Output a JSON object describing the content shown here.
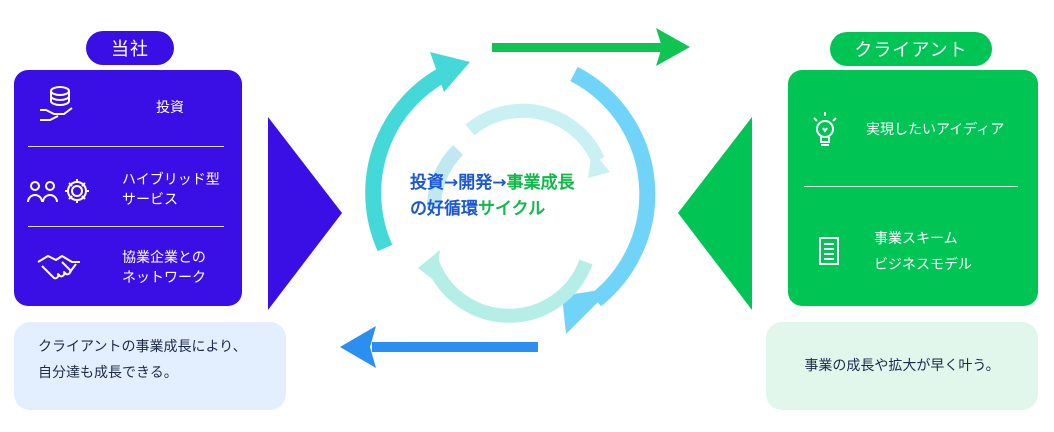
{
  "left": {
    "label": "当社",
    "color": "#3a0fe6",
    "rows": [
      {
        "icon": "coins-hand-icon",
        "text": "投資"
      },
      {
        "icon": "people-gear-icon",
        "text": "ハイブリッド型\nサービス"
      },
      {
        "icon": "handshake-icon",
        "text": "協業企業との\nネットワーク"
      }
    ],
    "note": "クライアントの事業成長により、\n自分達も成長できる。"
  },
  "right": {
    "label": "クライアント",
    "color": "#00c454",
    "rows": [
      {
        "icon": "lightbulb-icon",
        "text": "実現したいアイディア"
      },
      {
        "icon": "document-icon",
        "text": "事業スキーム\nビジネスモデル"
      }
    ],
    "note": "事業の成長や拡大が早く叶う。"
  },
  "center": {
    "part1": "投資→開発→",
    "part2": "事業成長",
    "line2_blue": "の好循環",
    "line2_green": "サイクル"
  }
}
